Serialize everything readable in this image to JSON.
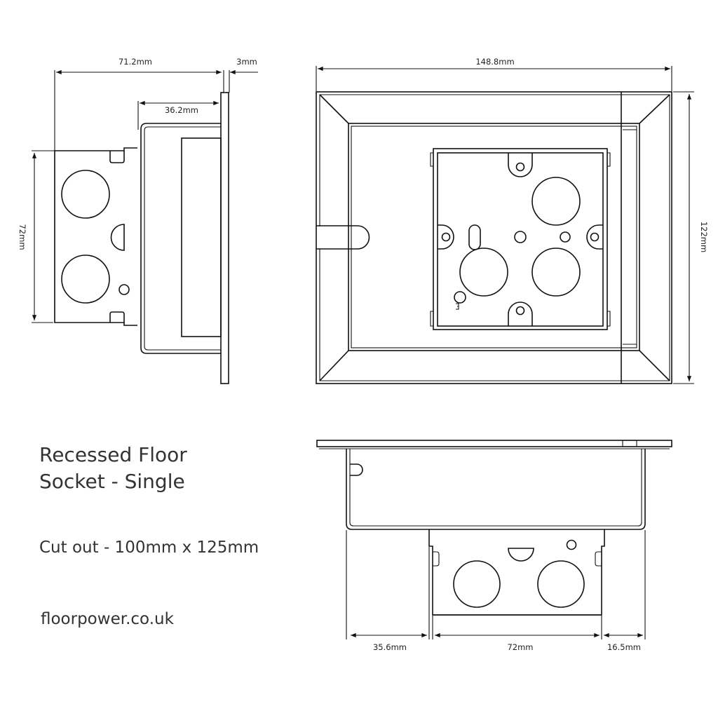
{
  "title": {
    "line1": "Recessed Floor",
    "line2": "Socket - Single"
  },
  "cutout": "Cut out - 100mm x 125mm",
  "website": "floorpower.co.uk",
  "side_view": {
    "depth": "71.2mm",
    "flange": "3mm",
    "box_depth": "36.2mm",
    "back_box_height": "72mm"
  },
  "top_view": {
    "width": "148.8mm",
    "height": "122mm"
  },
  "front_view": {
    "left_offset": "35.6mm",
    "back_box_width": "72mm",
    "right_offset": "16.5mm"
  }
}
